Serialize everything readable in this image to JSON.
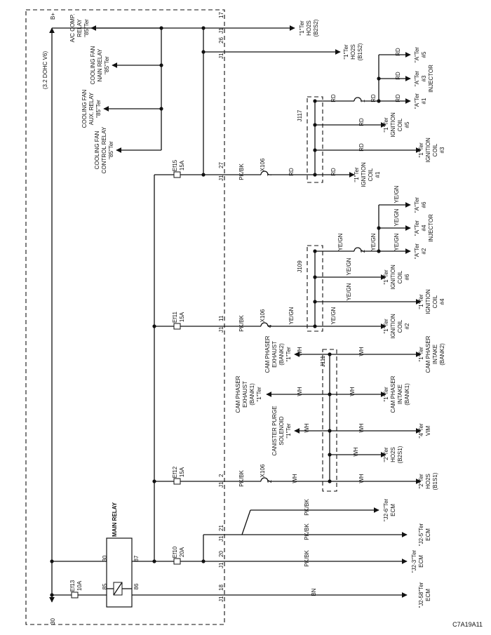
{
  "title": "(3.2 DOHC V6)",
  "supply": {
    "battery": "B+",
    "ground_ref": "30"
  },
  "figure_id": "C7A19A11",
  "connectors": {
    "j1": "J1",
    "x106": "X106",
    "j117": "J117",
    "j109": "J109",
    "j111": "J111"
  },
  "main_relay": {
    "label": "MAIN RELAY",
    "pin30": "30",
    "pin87": "87",
    "pin85": "85",
    "pin86": "86"
  },
  "fuses": [
    {
      "name": "Ef15",
      "rating": "15A"
    },
    {
      "name": "Ef11",
      "rating": "15A"
    },
    {
      "name": "Ef12",
      "rating": "15A"
    },
    {
      "name": "Ef10",
      "rating": "20A"
    },
    {
      "name": "Ef13",
      "rating": "10A"
    }
  ],
  "j1_pins": [
    "17",
    "26",
    "27",
    "11",
    "2",
    "21",
    "20",
    "18"
  ],
  "x106_pins": [
    "7",
    "4",
    "2"
  ],
  "splice_pins": [
    "1",
    "2"
  ],
  "relay_loads": [
    {
      "line1": "A/C COMP.",
      "line2": "RELAY",
      "line3": "\"85\"Ter"
    },
    {
      "line1": "COOLING FAN",
      "line2": "NAIN RELAY",
      "line3": "\"85\"Ter"
    },
    {
      "line1": "COOLING FAN",
      "line2": "AUX. RELAY",
      "line3": "\"85\"Ter"
    },
    {
      "line1": "COOLING FAN",
      "line2": "CONTROL RELAY",
      "line3": "\"85\"Ter"
    }
  ],
  "sensors_top": [
    {
      "line1": "\"1\"Ter",
      "line2": "HO2S",
      "line3": "(B2S2)"
    },
    {
      "line1": "\"1\"Ter",
      "line2": "HO2S",
      "line3": "(B1S2)"
    }
  ],
  "wire_colors": {
    "rd": "RD",
    "pkbk": "PK/BK",
    "yegn": "YE/GN",
    "wh": "WH",
    "bn": "BN"
  },
  "injector_group_1": {
    "term1": "\"A\"Ter",
    "term3": "\"A\"Ter",
    "term5": "\"A\"Ter",
    "n1": "#1",
    "n3": "#3",
    "n5": "#5",
    "label": "INJECTOR"
  },
  "injector_group_2": {
    "term2": "\"A\"Ter",
    "term4": "\"A\"Ter",
    "term6": "\"A\"Ter",
    "n2": "#2",
    "n4": "#4",
    "n6": "#6",
    "label": "INJECTOR"
  },
  "ignition_coils": [
    {
      "ter": "\"1\"Ter",
      "label": "IGNITION",
      "coil": "COIL",
      "num": "#5"
    },
    {
      "ter": "\"1\"Ter",
      "label": "IGNITION",
      "coil": "COIL",
      "num": "#3"
    },
    {
      "ter": "\"1\"Ter",
      "label": "IGNITION",
      "coil": "COIL",
      "num": "#1"
    },
    {
      "ter": "\"1\"Ter",
      "label": "IGNITION",
      "coil": "COIL",
      "num": "#6"
    },
    {
      "ter": "\"1\"Ter",
      "label": "IGNITION",
      "coil": "COIL",
      "num": "#4"
    },
    {
      "ter": "\"1\"Ter",
      "label": "IGNITION",
      "coil": "COIL",
      "num": "#2"
    }
  ],
  "cam_intake_bank2": {
    "line1": "\"1\"Ter",
    "line2": "CAM PHASER",
    "line3": "INTAKE",
    "line4": "(BANK2)"
  },
  "cam_intake_bank1": {
    "line1": "\"1\"Ter",
    "line2": "CAM PHASER",
    "line3": "INTAKE",
    "line4": "(BANK1)"
  },
  "cam_exhaust_bank2": {
    "line1": "CAM PHASER",
    "line2": "EXHAUST",
    "line3": "(BANK2)",
    "line4": "\"1\"Ter"
  },
  "cam_exhaust_bank1": {
    "line1": "CAM PHASER",
    "line2": "EXHAUST",
    "line3": "(BANK1)",
    "line4": "\"1\"Ter"
  },
  "canister": {
    "line1": "CANISTER PURGE",
    "line2": "SOLENOID",
    "line3": "\"1\"Ter"
  },
  "vim": {
    "line1": "\"4\"Ter",
    "line2": "VIM"
  },
  "ho2s_b2s1": {
    "line1": "\"2\"Ter",
    "line2": "HO2S",
    "line3": "(B2S1)"
  },
  "ho2s_b1s1": {
    "line1": "\"2\"Ter",
    "line2": "HO2S",
    "line3": "(B1S1)"
  },
  "ecm": [
    {
      "line1": "\"J2-6\"Ter",
      "line2": "ECM"
    },
    {
      "line1": "\"J2-5\"Ter",
      "line2": "ECM"
    },
    {
      "line1": "\"J2-3\"Ter",
      "line2": "ECM"
    },
    {
      "line1": "\"J2-58\"Ter",
      "line2": "ECM"
    }
  ]
}
